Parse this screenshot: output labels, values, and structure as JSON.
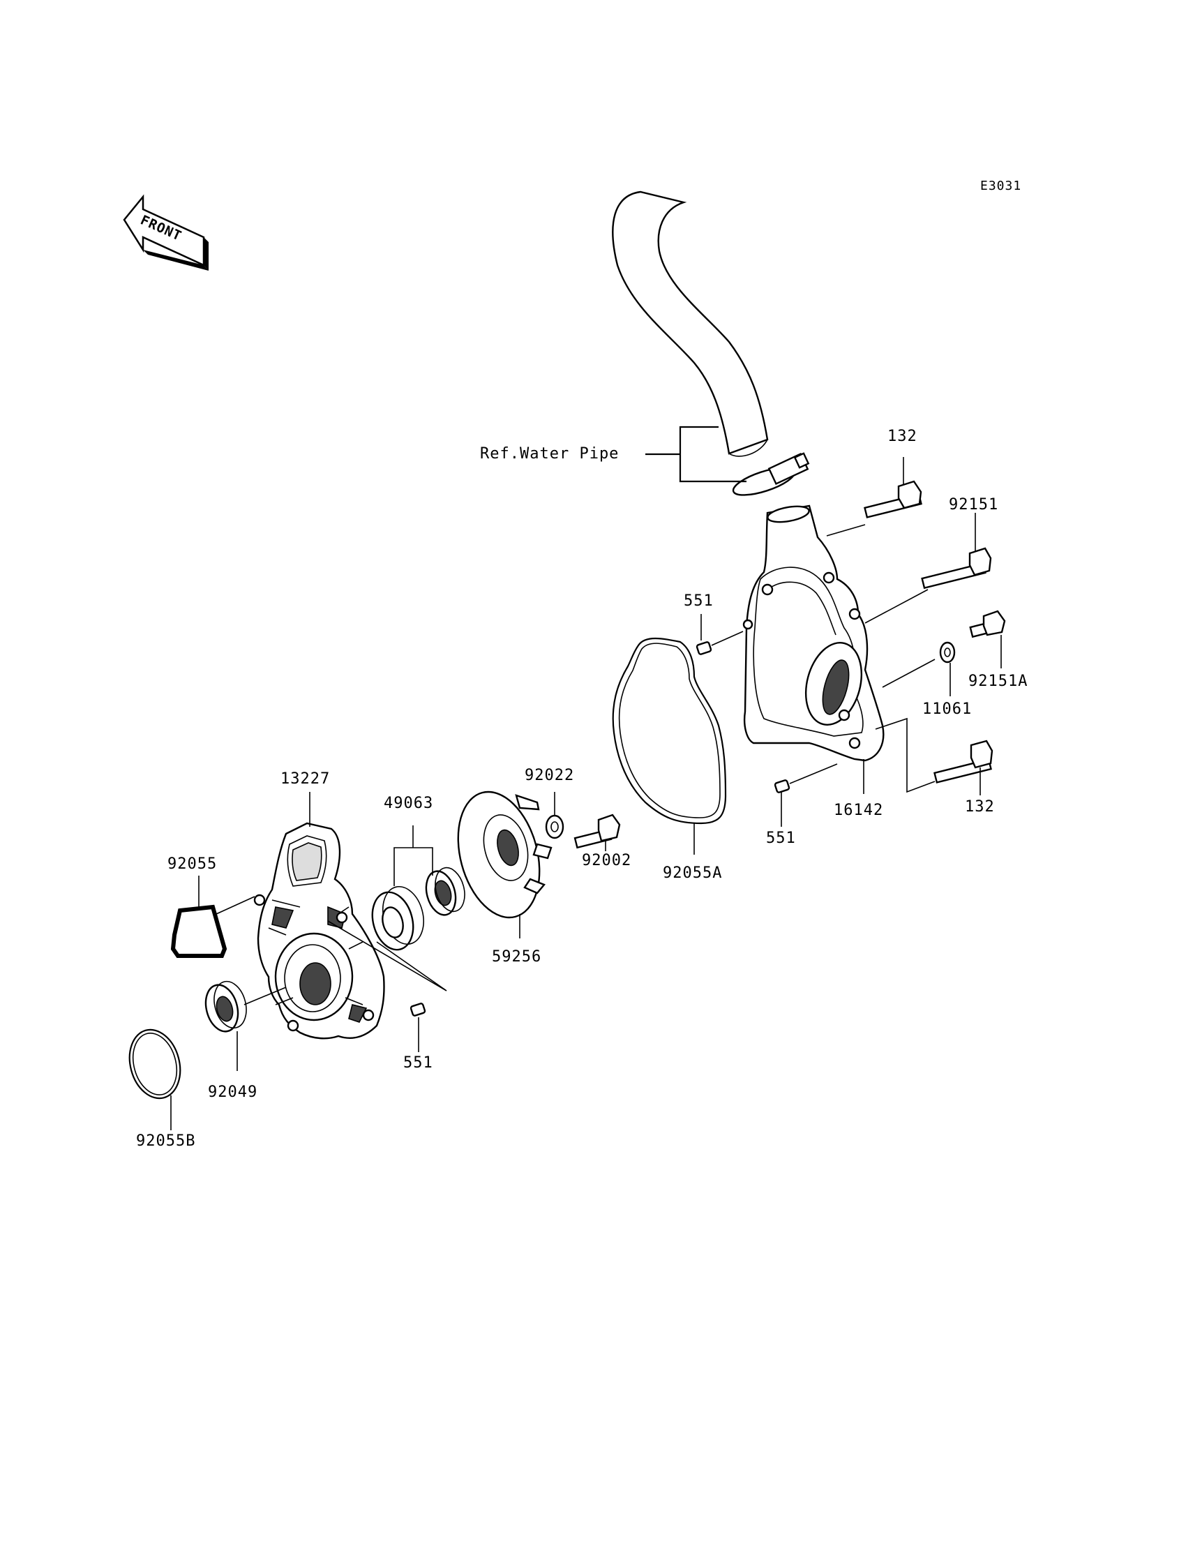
{
  "diagram_code": "E3031",
  "front_label": "FRONT",
  "ref_label": "Ref.Water Pipe",
  "callouts": {
    "p132_top": "132",
    "p92151": "92151",
    "p551_top": "551",
    "p92151A": "92151A",
    "p11061": "11061",
    "p16142": "16142",
    "p132_bottom": "132",
    "p551_mid": "551",
    "p92022": "92022",
    "p92002": "92002",
    "p92055A": "92055A",
    "p13227": "13227",
    "p49063": "49063",
    "p92055": "92055",
    "p59256": "59256",
    "p551_bottom": "551",
    "p92049": "92049",
    "p92055B": "92055B"
  }
}
